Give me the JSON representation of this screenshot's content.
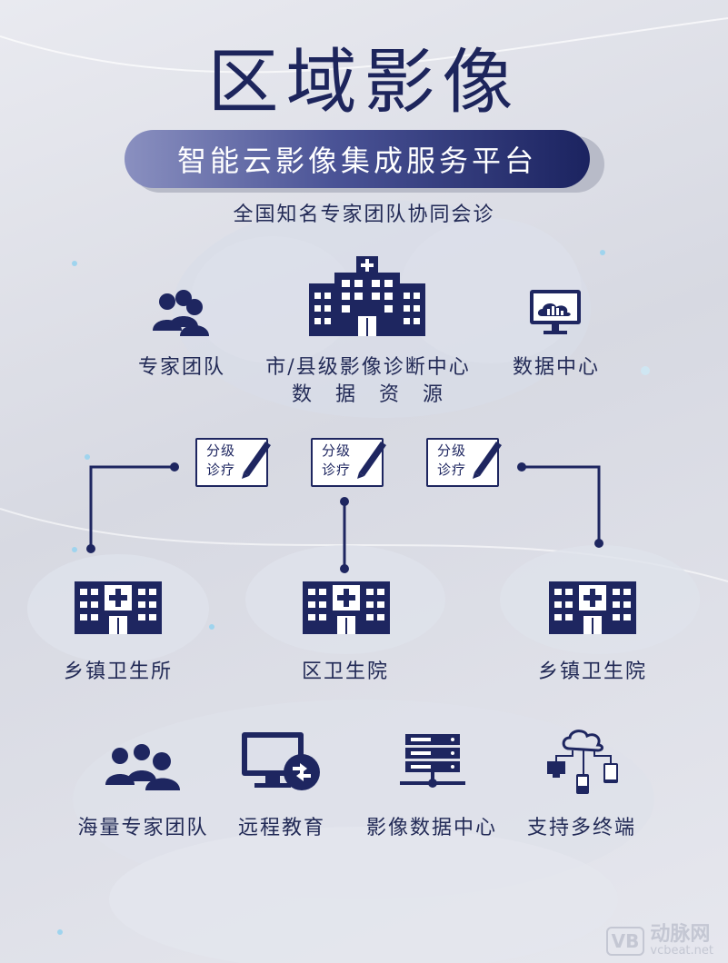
{
  "title": "区域影像",
  "banner": "智能云影像集成服务平台",
  "subtitle": "全国知名专家团队协同会诊",
  "top_nodes": {
    "experts": "专家团队",
    "center_line1": "市/县级影像诊断中心",
    "center_line2": "数　据　资　源",
    "datacenter": "数据中心"
  },
  "notes": [
    {
      "line1": "分级",
      "line2": "诊疗"
    },
    {
      "line1": "分级",
      "line2": "诊疗"
    },
    {
      "line1": "分级",
      "line2": "诊疗"
    }
  ],
  "facilities": [
    "乡镇卫生所",
    "区卫生院",
    "乡镇卫生院"
  ],
  "features": [
    "海量专家团队",
    "远程教育",
    "影像数据中心",
    "支持多终端"
  ],
  "watermark": {
    "logo": "VB",
    "brand": "动脉网",
    "site": "vcbeat.net"
  },
  "colors": {
    "navy": "#1e2660",
    "banner_start": "#8a90c0",
    "banner_end": "#1b2360"
  }
}
